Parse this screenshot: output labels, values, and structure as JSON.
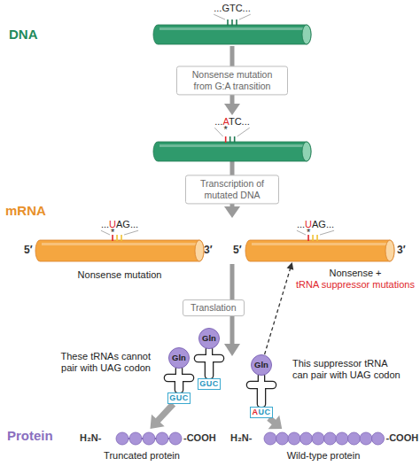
{
  "diagram": {
    "nodes": [
      {
        "text": [
          "...GTC..."
        ]
      },
      {
        "text": [
          "...ATC...",
          "*"
        ]
      },
      {
        "text": [
          "...UAG...",
          "*",
          "Nonsense mutation"
        ]
      },
      {
        "text": [
          "...UAG...",
          "*",
          "Nonsense +",
          "tRNA suppressor mutations"
        ]
      },
      {
        "text": [
          "Gln"
        ]
      },
      {
        "text": [
          "Gln"
        ]
      },
      {
        "text": [
          "GUC"
        ]
      },
      {
        "text": [
          "GUC"
        ]
      },
      {
        "text": [
          "Gln"
        ]
      },
      {
        "text": [
          "AUC"
        ]
      },
      {
        "text": [
          "H₂N-",
          "-COOH",
          "Truncated protein"
        ]
      },
      {
        "text": [
          "H₂N-",
          "-COOH",
          "Wild-type protein"
        ]
      }
    ],
    "edges": [
      {
        "from": 0,
        "to": 1,
        "arrow": "to",
        "label": "Nonsense mutation from G:A transition"
      },
      {
        "from": 1,
        "to": 2,
        "arrow": "to",
        "label": "Transcription of mutated DNA"
      },
      {
        "from": 6,
        "to": 10,
        "arrow": "to"
      },
      {
        "from": 9,
        "to": 11,
        "arrow": "to"
      },
      {
        "from": 8,
        "to": 3,
        "arrow": "to"
      }
    ],
    "labels": [
      "DNA",
      "mRNA",
      "Protein",
      "5′",
      "3′",
      "5′",
      "3′",
      "Translation",
      "These tRNAs cannot pair with UAG codon",
      "This suppressor tRNA can pair with UAG codon"
    ]
  }
}
